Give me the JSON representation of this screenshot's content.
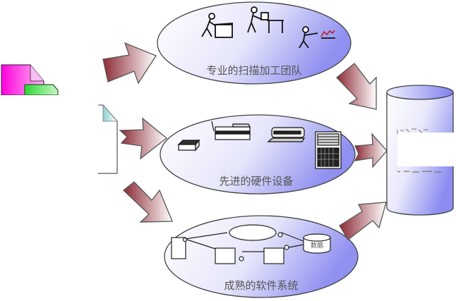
{
  "diagram": {
    "title": "",
    "nodes": {
      "scan_team": {
        "label": "专业的扫描加工团队",
        "icons": [
          "worker-box-icon",
          "worker-table-icon",
          "worker-chart-icon"
        ]
      },
      "hardware": {
        "label": "先进的硬件设备",
        "icons": [
          "scanner-flat-icon",
          "scanner-feeder-icon",
          "wide-printer-icon",
          "server-cabinet-icon"
        ]
      },
      "software": {
        "label": "成熟的软件系统",
        "db_label": "数据"
      },
      "output_db": {
        "label": ""
      },
      "sources": {
        "label": ""
      }
    },
    "edges": [
      {
        "from": "sources",
        "to": "scan_team"
      },
      {
        "from": "sources",
        "to": "hardware"
      },
      {
        "from": "sources",
        "to": "software"
      },
      {
        "from": "scan_team",
        "to": "output_db"
      },
      {
        "from": "hardware",
        "to": "output_db"
      },
      {
        "from": "software",
        "to": "output_db"
      }
    ],
    "colors": {
      "ellipse_fill_light": "#ffffff",
      "ellipse_fill_dark": "#8f90f0",
      "arrow_dark": "#8c2a35",
      "arrow_light": "#ffffff",
      "doc_pink": "#ff22dd",
      "doc_green": "#22dd33",
      "doc_teal": "#77cccc"
    }
  }
}
